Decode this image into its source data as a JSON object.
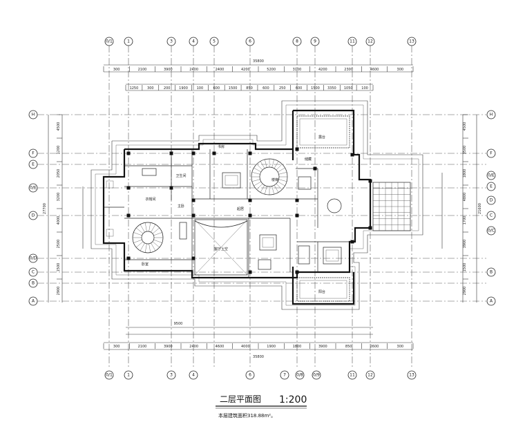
{
  "drawing": {
    "title": "二层平面图",
    "scale": "1:200",
    "area_note": "本层建筑面积318.88m²。"
  },
  "axes": {
    "top": [
      "0/1",
      "1",
      "3",
      "4",
      "5",
      "6",
      "8",
      "9",
      "11",
      "12",
      "13"
    ],
    "bottom": [
      "0/1",
      "1",
      "3",
      "4",
      "6",
      "7",
      "0/8",
      "0/9",
      "11",
      "12",
      "13"
    ],
    "left": [
      "H",
      "F",
      "E",
      "0/E",
      "D",
      "0/D",
      "C",
      "B",
      "A"
    ],
    "right": [
      "H",
      "F",
      "0/E",
      "E",
      "D",
      "C",
      "0/C",
      "B",
      "A"
    ]
  },
  "dimensions": {
    "top_total": "35800",
    "top_chain": [
      "300",
      "2100",
      "3900",
      "2400",
      "2400",
      "4200",
      "5200",
      "3100",
      "4200",
      "2300",
      "4600",
      "300"
    ],
    "top_sub": [
      "1250",
      "300",
      "200",
      "1900",
      "100",
      "600",
      "1500",
      "850",
      "600",
      "250",
      "600",
      "1500",
      "3350",
      "1050",
      "100"
    ],
    "bottom_total": "35800",
    "bottom_chain": [
      "300",
      "2100",
      "3900",
      "2400",
      "4600",
      "4000",
      "1900",
      "1800",
      "3900",
      "850",
      "2600",
      "300"
    ],
    "bottom_overall": "9500",
    "left_total": "27700",
    "left_chain": [
      "4500",
      "1200",
      "2050",
      "3200",
      "4000",
      "2500",
      "1500",
      "2900"
    ],
    "right_total": "21600",
    "right_chain": [
      "4500",
      "3500",
      "1800",
      "4800",
      "1700",
      "3900",
      "1500",
      "2900"
    ]
  },
  "rooms": [
    "主卧",
    "书房",
    "卧室",
    "楼梯",
    "客厅上空",
    "起居",
    "卫生间",
    "衣帽间",
    "露台",
    "储藏",
    "阳台"
  ]
}
